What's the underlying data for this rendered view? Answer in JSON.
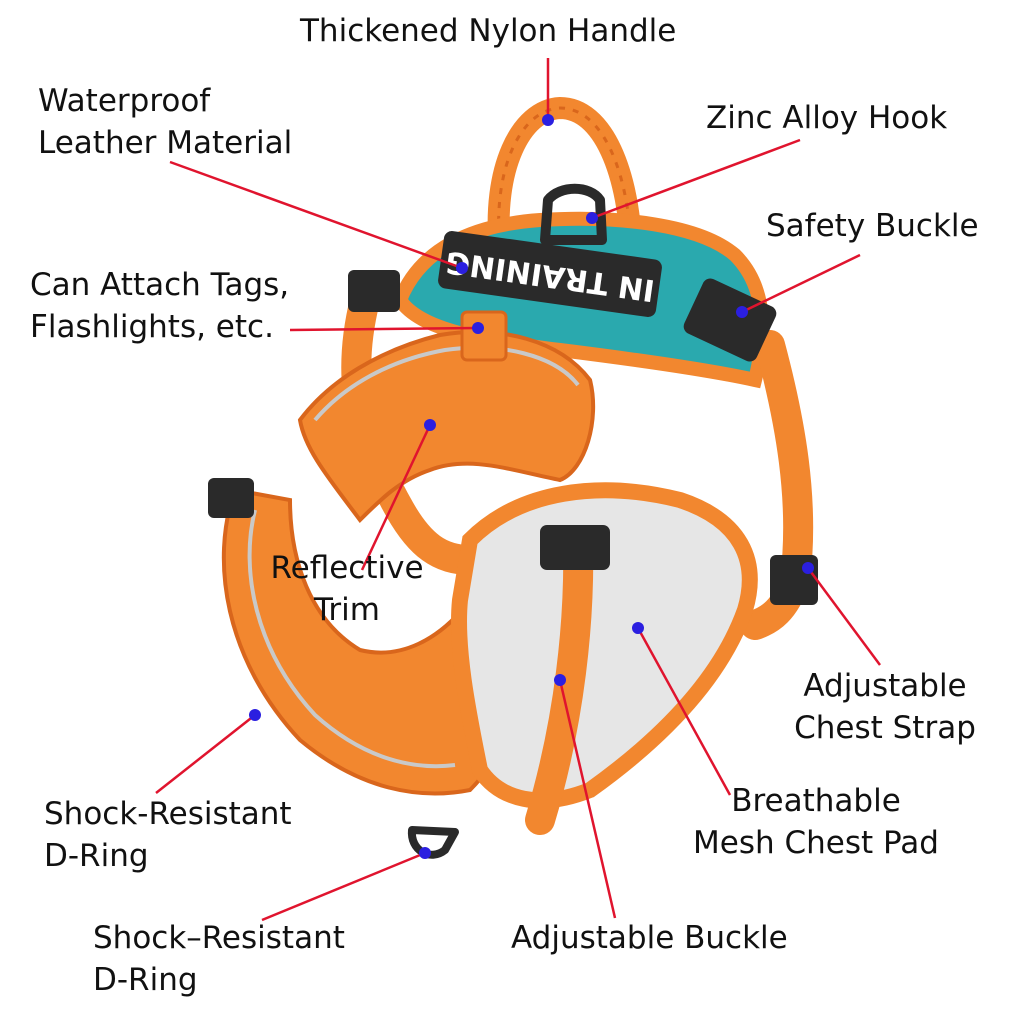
{
  "colors": {
    "orange": "#f2872f",
    "orange_dark": "#d9661c",
    "teal": "#2aa9ae",
    "teal_dark": "#1c7f85",
    "mesh": "#e6e6e6",
    "buckle": "#2a2a2a",
    "leader": "#e0142e",
    "dot": "#2b1fe0",
    "trim": "#c9c9c9"
  },
  "patch": {
    "text": "IN TRAINING"
  },
  "labels": {
    "handle": "Thickened Nylon Handle",
    "leather_1": "Waterproof",
    "leather_2": "Leather Material",
    "hook": "Zinc Alloy Hook",
    "safety": "Safety Buckle",
    "tags_1": "Can Attach Tags,",
    "tags_2": "Flashlights, etc.",
    "trim_1": "Reflective",
    "trim_2": "Trim",
    "chest_1": "Adjustable",
    "chest_2": "Chest Strap",
    "mesh_1": "Breathable",
    "mesh_2": "Mesh Chest Pad",
    "dring_a1": "Shock-Resistant",
    "dring_a2": "D-Ring",
    "dring_b1": "Shock–Resistant",
    "dring_b2": "D-Ring",
    "buckle": "Adjustable Buckle"
  }
}
